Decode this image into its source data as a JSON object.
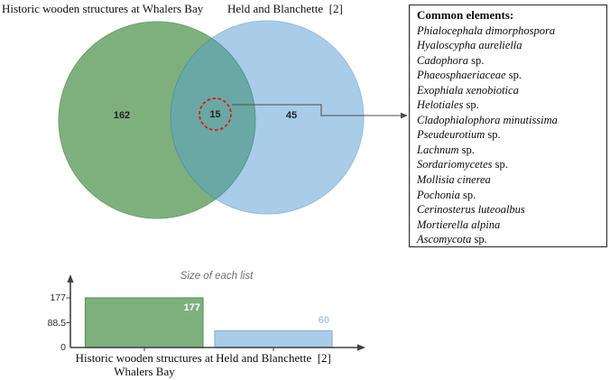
{
  "figure": {
    "venn": {
      "left_label": "Historic wooden structures at Whalers Bay",
      "right_label": "Held and Blanchette  [2]",
      "left_only": 162,
      "intersection": 15,
      "right_only": 45
    },
    "common_box": {
      "title": "Common elements:",
      "items": [
        {
          "italic": "Phialocephala dimorphospora",
          "regular": ""
        },
        {
          "italic": "Hyaloscypha aureliella",
          "regular": ""
        },
        {
          "italic": "Cadophora",
          "regular": " sp."
        },
        {
          "italic": "Phaeosphaeriaceae",
          "regular": " sp."
        },
        {
          "italic": "Exophiala xenobiotica",
          "regular": ""
        },
        {
          "italic": "Helotiales",
          "regular": " sp."
        },
        {
          "italic": "Cladophialophora minutissima",
          "regular": ""
        },
        {
          "italic": "Pseudeurotium",
          "regular": " sp."
        },
        {
          "italic": "Lachnum",
          "regular": " sp."
        },
        {
          "italic": "Sordariomycetes",
          "regular": " sp."
        },
        {
          "italic": "Mollisia cinerea",
          "regular": ""
        },
        {
          "italic": "Pochonia",
          "regular": " sp."
        },
        {
          "italic": "Cerinosterus luteoalbus",
          "regular": ""
        },
        {
          "italic": "Mortierella alpina",
          "regular": ""
        },
        {
          "italic": "Ascomycota",
          "regular": " sp."
        }
      ]
    }
  },
  "chart_data": [
    {
      "type": "venn",
      "sets": [
        {
          "label": "Historic wooden structures at Whalers Bay",
          "size": 177,
          "unique": 162,
          "color": "#7EB07D"
        },
        {
          "label": "Held and Blanchette  [2]",
          "size": 60,
          "unique": 45,
          "color": "#A9CCE9"
        }
      ],
      "intersection": {
        "size": 15,
        "color": "#69A8A5",
        "highlight_color": "#EE1111"
      },
      "intersection_items": [
        "Phialocephala dimorphospora",
        "Hyaloscypha aureliella",
        "Cadophora sp.",
        "Phaeosphaeriaceae sp.",
        "Exophiala xenobiotica",
        "Helotiales sp.",
        "Cladophialophora minutissima",
        "Pseudeurotium sp.",
        "Lachnum sp.",
        "Sordariomycetes sp.",
        "Mollisia cinerea",
        "Pochonia sp.",
        "Cerinosterus luteoalbus",
        "Mortierella alpina",
        "Ascomycota sp."
      ]
    },
    {
      "type": "bar",
      "title": "Size of each list",
      "categories": [
        "Historic wooden structures at Whalers Bay",
        "Held and Blanchette  [2]"
      ],
      "values": [
        177,
        60
      ],
      "xlabel": "",
      "ylabel": "",
      "ylim": [
        0,
        177
      ],
      "yticks": [
        177,
        88.5,
        0
      ],
      "bar_colors": [
        "#7EB07D",
        "#A9CCE9"
      ],
      "value_label_colors": [
        "#FFFFFF",
        "#A6CBEC"
      ],
      "grid": false,
      "legend": false
    }
  ]
}
